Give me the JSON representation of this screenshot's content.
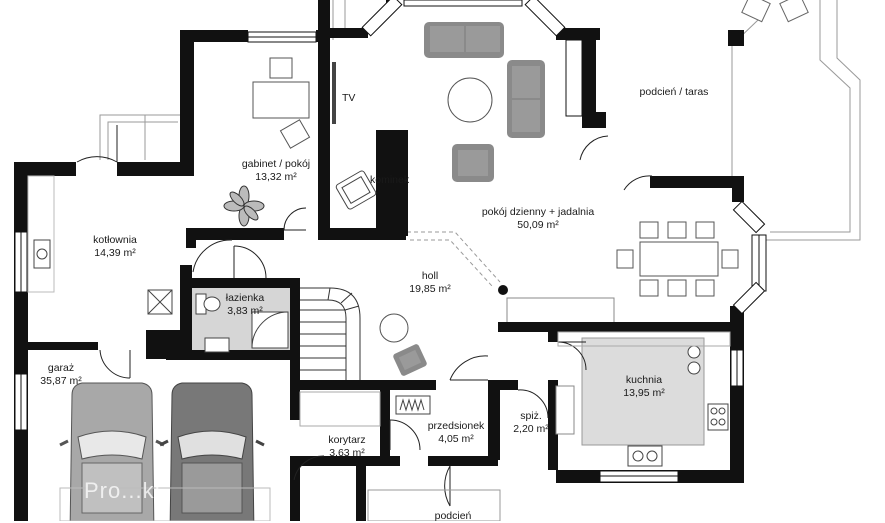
{
  "rooms": [
    {
      "id": "gabinet",
      "name": "gabinet / pokój",
      "area": "13,32 m²"
    },
    {
      "id": "salon",
      "name": "pokój dzienny + jadalnia",
      "area": "50,09 m²"
    },
    {
      "id": "taras",
      "name": "podcień / taras"
    },
    {
      "id": "kotlownia",
      "name": "kotłownia",
      "area": "14,39 m²"
    },
    {
      "id": "holl",
      "name": "holl",
      "area": "19,85 m²"
    },
    {
      "id": "lazienka",
      "name": "łazienka",
      "area": "3,83 m²"
    },
    {
      "id": "garaz",
      "name": "garaż",
      "area": "35,87 m²"
    },
    {
      "id": "kuchnia",
      "name": "kuchnia",
      "area": "13,95 m²"
    },
    {
      "id": "przedsionek",
      "name": "przedsionek",
      "area": "4,05 m²"
    },
    {
      "id": "spiz",
      "name": "spiż.",
      "area": "2,20 m²"
    },
    {
      "id": "korytarz",
      "name": "korytarz",
      "area": "3,63 m²"
    },
    {
      "id": "podcien",
      "name": "podcień"
    }
  ],
  "fixtures": {
    "tv": "TV",
    "kominek": "kominek"
  },
  "watermark": "Pro...kt",
  "colors": {
    "wall": "#111111",
    "furniture": "#808080",
    "wetroom": "#d6d6d6",
    "kitchen_island": "#dcdcdc",
    "guide": "#999999"
  }
}
